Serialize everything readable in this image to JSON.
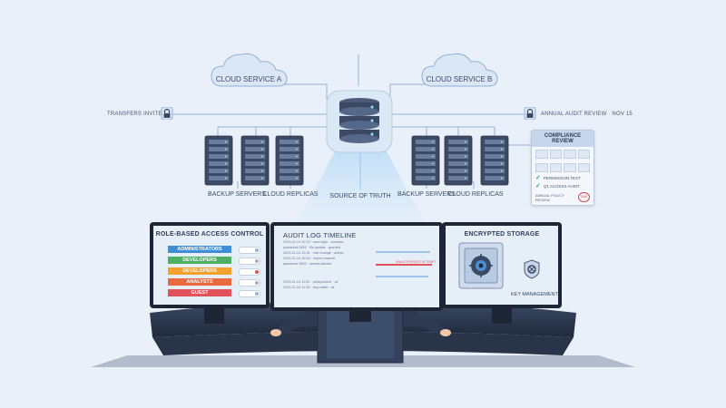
{
  "clouds": [
    {
      "label": "CLOUD SERVICE A"
    },
    {
      "label": "CLOUD SERVICE B"
    }
  ],
  "side_labels": {
    "left": "TRANSFERS INVITED",
    "right": "ANNUAL AUDIT REVIEW · NOV 15"
  },
  "racks": {
    "left_backup": "BACKUP SERVERS",
    "left_replicas": "CLOUD REPLICAS",
    "right_backup": "BACKUP SERVERS",
    "right_replicas": "CLOUD REPLICAS"
  },
  "central": {
    "label": "SOURCE OF TRUTH"
  },
  "compliance": {
    "title": "COMPLIANCE REVIEW",
    "items": [
      "PERMISSION TEST",
      "Q1 ACCESS AUDIT"
    ],
    "footer": "ANNUAL POLICY REVIEW",
    "stamp": "DUE"
  },
  "monitors": {
    "left": {
      "title": "ROLE-BASED ACCESS CONTROL",
      "roles": [
        {
          "label": "ADMINISTRATORS",
          "color": "#3f8fd6"
        },
        {
          "label": "DEVELOPERS",
          "color": "#4caf63"
        },
        {
          "label": "DEVELOPERS",
          "color": "#f2a12a"
        },
        {
          "label": "ANALYSTS",
          "color": "#ea6a3f"
        },
        {
          "label": "GUEST",
          "color": "#e0515a"
        }
      ]
    },
    "center": {
      "title": "AUDIT LOG TIMELINE",
      "log_lines": [
        "2023-11-14 10:22 · user.login · success",
        "password 0481 · file.update · granted",
        "2023-11-14 10:31 · role.change · admin",
        "2023-11-14 10:44 · export.request",
        "password 0832 · access.denied",
        "2023-11-14 11:02 · policy.check · ok",
        "2023-11-14 11:15 · key.rotate · ok"
      ],
      "alert_text": "UNAUTHORIZED ATTEMPT"
    },
    "right": {
      "title": "ENCRYPTED STORAGE",
      "key_label": "KEY MANAGEMENT"
    }
  },
  "colors": {
    "background": "#e9f0f9",
    "dark": "#1e2636",
    "accent": "#3f8fd6",
    "alert": "#e0515a"
  }
}
